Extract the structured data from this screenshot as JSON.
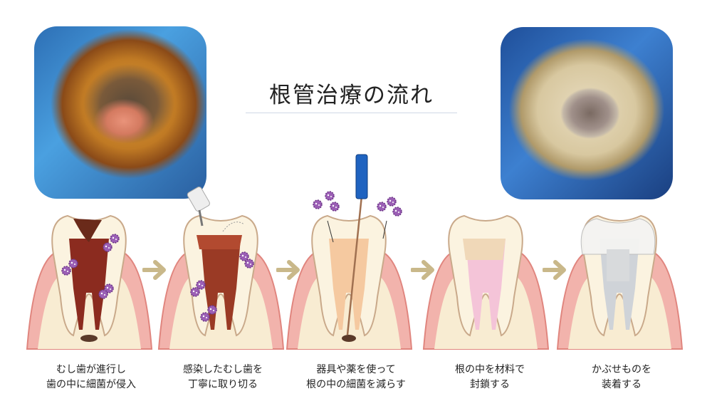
{
  "title": "根管治療の流れ",
  "photos": [
    {
      "name": "before-treatment-photo"
    },
    {
      "name": "after-cleaning-photo"
    }
  ],
  "steps": [
    {
      "line1": "むし歯が進行し",
      "line2": "歯の中に細菌が侵入"
    },
    {
      "line1": "感染したむし歯を",
      "line2": "丁寧に取り切る"
    },
    {
      "line1": "器具や薬を使って",
      "line2": "根の中の細菌を減らす"
    },
    {
      "line1": "根の中を材料で",
      "line2": "封鎖する"
    },
    {
      "line1": "かぶせものを",
      "line2": "装着する"
    }
  ],
  "colors": {
    "arrow": "#c9b88a",
    "gum": "#f2b3ac",
    "bacteria": "#9b5fb5",
    "file_handle": "#1f63c0"
  }
}
